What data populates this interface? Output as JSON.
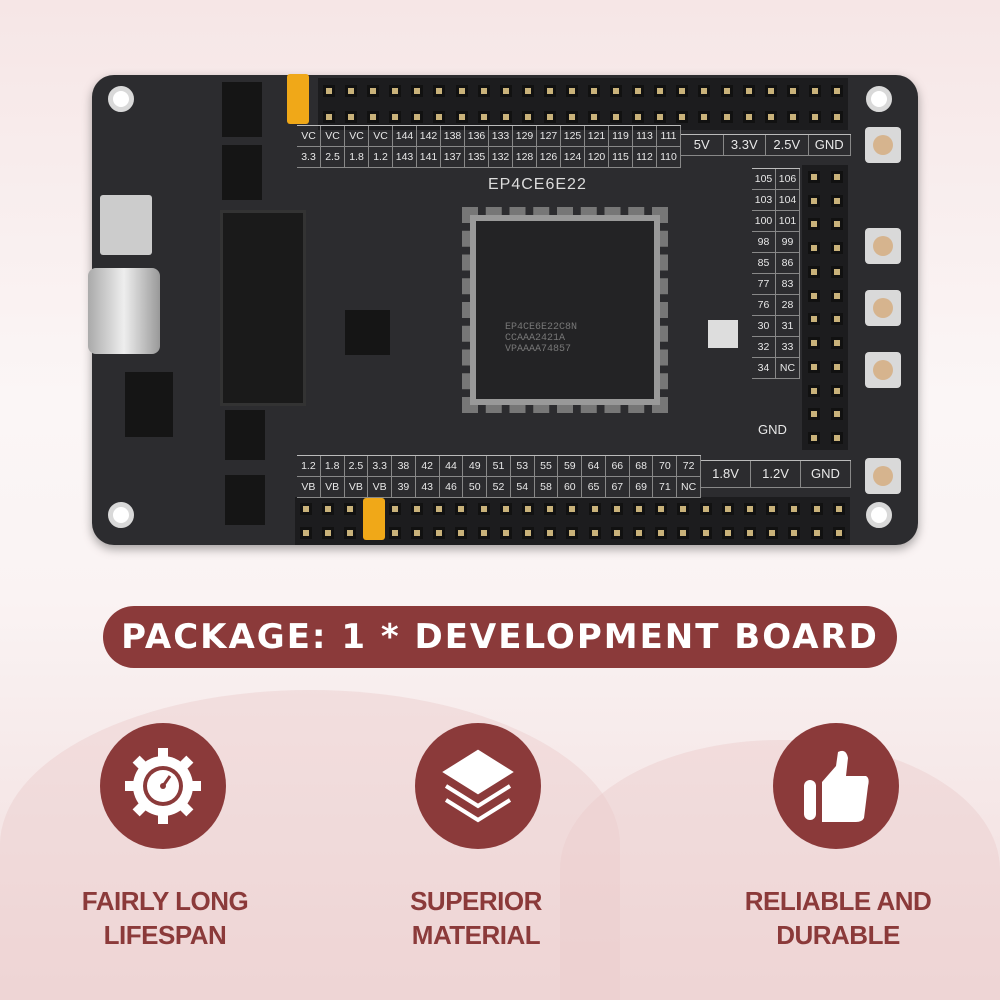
{
  "board": {
    "chip_title": "EP4CE6E22",
    "chip_marking": [
      "EP4CE6E22C8N",
      "CCAAA2421A",
      "VPAAAA74857"
    ],
    "top_labels": [
      [
        "VC",
        "VC",
        "VC",
        "VC",
        "144",
        "142",
        "138",
        "136",
        "133",
        "129",
        "127",
        "125",
        "121",
        "119",
        "113",
        "111"
      ],
      [
        "3.3",
        "2.5",
        "1.8",
        "1.2",
        "143",
        "141",
        "137",
        "135",
        "132",
        "128",
        "126",
        "124",
        "120",
        "115",
        "112",
        "110"
      ]
    ],
    "top_power": [
      "5V",
      "3.3V",
      "2.5V",
      "GND"
    ],
    "bottom_labels": [
      [
        "1.2",
        "1.8",
        "2.5",
        "3.3",
        "38",
        "42",
        "44",
        "49",
        "51",
        "53",
        "55",
        "59",
        "64",
        "66",
        "68",
        "70",
        "72"
      ],
      [
        "VB",
        "VB",
        "VB",
        "VB",
        "39",
        "43",
        "46",
        "50",
        "52",
        "54",
        "58",
        "60",
        "65",
        "67",
        "69",
        "71",
        "NC"
      ]
    ],
    "bottom_power": [
      "1.8V",
      "1.2V",
      "GND"
    ],
    "right_labels": [
      [
        "105",
        "106"
      ],
      [
        "103",
        "104"
      ],
      [
        "100",
        "101"
      ],
      [
        "98",
        "99"
      ],
      [
        "85",
        "86"
      ],
      [
        "77",
        "83"
      ],
      [
        "76",
        "28"
      ],
      [
        "30",
        "31"
      ],
      [
        "32",
        "33"
      ],
      [
        "34",
        "NC"
      ]
    ],
    "right_gnd": "GND",
    "colors": {
      "pcb": "#2c2c2f",
      "jumper": "#f0a818"
    }
  },
  "banner": {
    "text": "PACKAGE: 1 * DEVELOPMENT BOARD",
    "color": "#8b3a3a"
  },
  "features": [
    {
      "icon": "gear-gauge-icon",
      "line1": "FAIRLY LONG",
      "line2": "LIFESPAN"
    },
    {
      "icon": "layers-icon",
      "line1": "SUPERIOR",
      "line2": "MATERIAL"
    },
    {
      "icon": "thumbs-up-icon",
      "line1": "RELIABLE AND",
      "line2": "DURABLE"
    }
  ]
}
